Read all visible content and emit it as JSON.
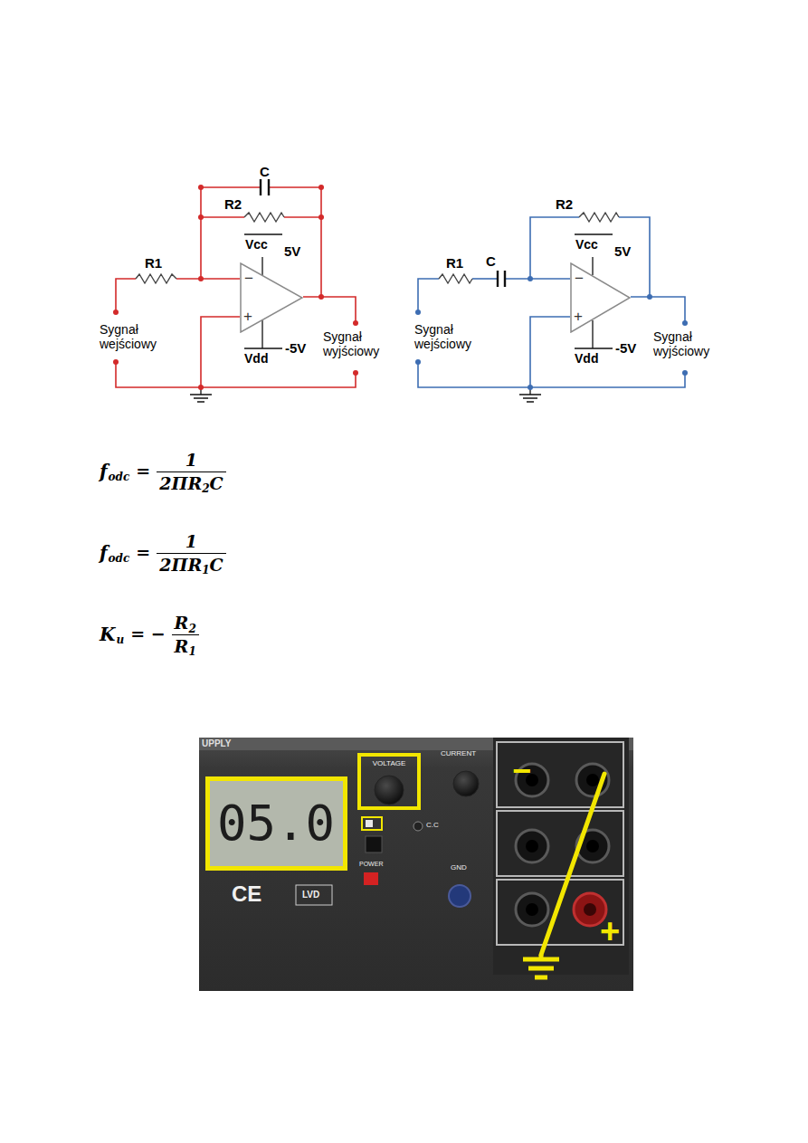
{
  "diagram": {
    "nodes": [
      {
        "text": [
          "−",
          "+"
        ]
      },
      {
        "text": [
          "−",
          "+"
        ]
      },
      {
        "text": [
          "05.0"
        ]
      },
      {
        "text": [
          "VOLTAGE"
        ]
      }
    ],
    "labels": [
      "C",
      "R2",
      "Vcc",
      "5V",
      "R1",
      "Sygnał wejściowy",
      "Vdd",
      "-5V",
      "Sygnał wyjściowy",
      "R2",
      "Vcc",
      "5V",
      "R1",
      "C",
      "Sygnał wejściowy",
      "Vdd",
      "-5V",
      "Sygnał wyjściowy",
      "f",
      "odc",
      "=",
      "1",
      "2ΠR",
      "2",
      "C",
      "f",
      "odc",
      "=",
      "1",
      "2ΠR",
      "1",
      "C",
      "K",
      "u",
      "= −",
      "R",
      "2",
      "R",
      "1",
      "UPPLY",
      "CURRENT",
      "C.C",
      "POWER",
      "GND",
      "CE",
      "LVD",
      "−",
      "+"
    ]
  }
}
